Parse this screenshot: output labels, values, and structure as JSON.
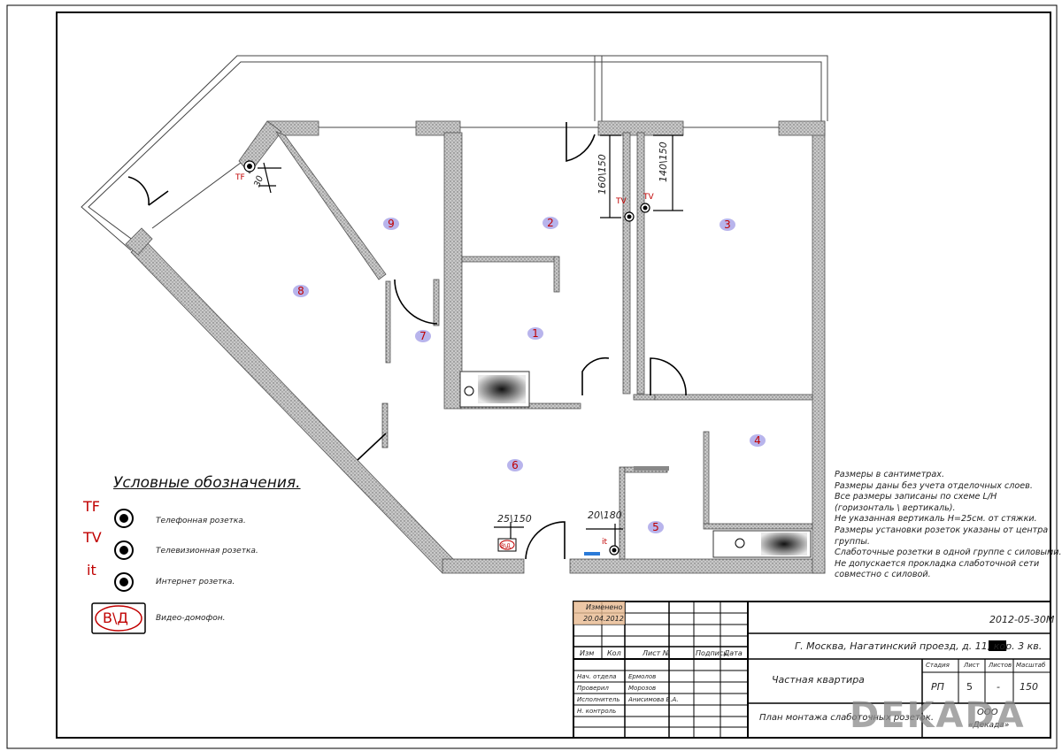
{
  "rooms": [
    "1",
    "2",
    "3",
    "4",
    "5",
    "6",
    "7",
    "8",
    "9"
  ],
  "socket_codes": {
    "tf": "TF",
    "tv": "TV",
    "it": "it",
    "intercom": "В\\Д"
  },
  "dimensions": {
    "d1": "160\\150",
    "d2": "140\\150",
    "d3": "25\\150",
    "d4": "20\\180",
    "d5": "30"
  },
  "legend": {
    "title": "Условные обозначения.",
    "items": [
      {
        "code": "TF",
        "label": "Телефонная розетка."
      },
      {
        "code": "TV",
        "label": "Телевизионная розетка."
      },
      {
        "code": "it",
        "label": "Интернет розетка."
      },
      {
        "code": "В\\Д",
        "label": "Видео-домофон."
      }
    ]
  },
  "notes": [
    "Размеры в сантиметрах.",
    "Размеры даны без учета отделочных слоев.",
    "Все размеры записаны по схеме L/H",
    "(горизонталь \\ вертикаль).",
    "Не указанная вертикаль H=25см. от стяжки.",
    "Размеры установки розеток указаны от центра",
    "группы.",
    "Слаботочные розетки в одной группе с силовыми.",
    "Не допускается прокладка слаботочной сети",
    "совместно с силовой."
  ],
  "title_block": {
    "changed_label": "Изменено",
    "changed_date": "20.04.2012",
    "col_headers": [
      "Изм",
      "Кол",
      "Лист №",
      "Подпись",
      "Дата"
    ],
    "roles": [
      "Нач. отдела",
      "Проверил",
      "Исполнитель",
      "Н. контроль"
    ],
    "names": [
      "Ермолов",
      "Морозов",
      "Анисимова В.А.",
      ""
    ],
    "doc_code": "2012-05-30М",
    "address": "Г. Москва, Нагатинский проезд, д. 11, кор. 3 кв.",
    "object": "Частная квартира",
    "sheet_title": "План монтажа слаботочных розеток.",
    "stage_headers": [
      "Стадия",
      "Лист",
      "Листов",
      "Масштаб"
    ],
    "stage_values": [
      "РП",
      "5",
      "-",
      "150"
    ],
    "company_line1": "ООО",
    "company_line2": "«Декада»"
  },
  "watermark": "DEKADA",
  "colors": {
    "wall": "#b5b5b5",
    "socket_label": "#c00000",
    "room_badge": "#b8b4ec",
    "room_number": "#c00000"
  }
}
